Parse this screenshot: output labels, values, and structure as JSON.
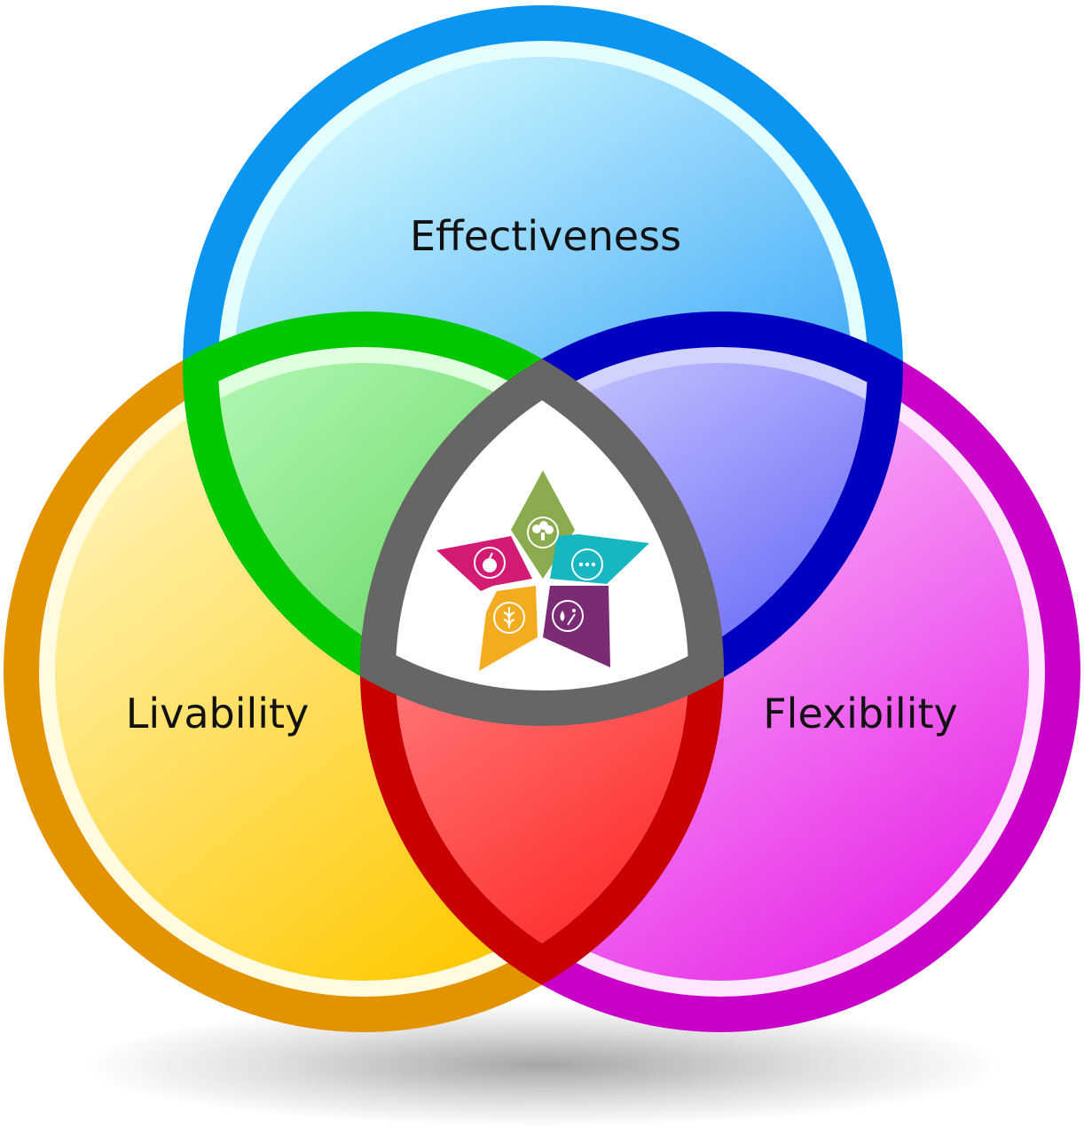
{
  "diagram": {
    "type": "venn",
    "sets": [
      {
        "label": "Effectiveness",
        "ring_color": "#0a96f0",
        "fill_light": "#d6fbff",
        "fill_dark": "#0a8cf5"
      },
      {
        "label": "Livability",
        "ring_color": "#e39200",
        "fill_light": "#fff7c8",
        "fill_dark": "#ffc800"
      },
      {
        "label": "Flexibility",
        "ring_color": "#c800c8",
        "fill_light": "#ffe0ff",
        "fill_dark": "#e61ee6"
      }
    ],
    "intersections": [
      {
        "sets": [
          "Effectiveness",
          "Livability"
        ],
        "ring_color": "#00c800",
        "fill": "#28be28"
      },
      {
        "sets": [
          "Effectiveness",
          "Flexibility"
        ],
        "ring_color": "#0000c0",
        "fill": "#1414f0"
      },
      {
        "sets": [
          "Livability",
          "Flexibility"
        ],
        "ring_color": "#c80000",
        "fill": "#ff1010"
      },
      {
        "sets": [
          "Effectiveness",
          "Livability",
          "Flexibility"
        ],
        "ring_color": "#666666",
        "fill": "#ffffff"
      }
    ],
    "center_emblem": {
      "shape": "five-point-star",
      "segments": [
        {
          "icon": "broccoli-icon",
          "color": "#8aac4e"
        },
        {
          "icon": "speech-bubble-icon",
          "color": "#16b7c0"
        },
        {
          "icon": "fish-droplet-icon",
          "color": "#7b2a74"
        },
        {
          "icon": "wheat-icon",
          "color": "#f3ac1f"
        },
        {
          "icon": "apple-icon",
          "color": "#d41b74"
        }
      ]
    }
  }
}
